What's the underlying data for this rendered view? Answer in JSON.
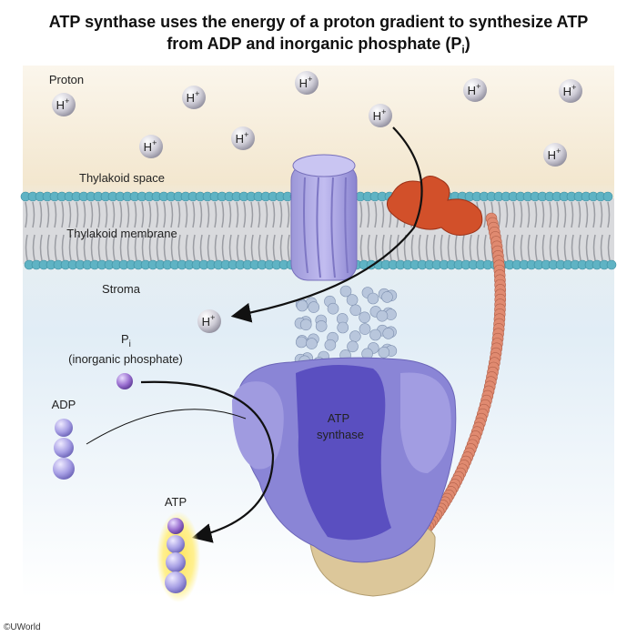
{
  "title": {
    "line1": "ATP synthase uses the energy of a proton gradient to synthesize ATP",
    "line2": "from ADP and inorganic phosphate (P",
    "line2_sub": "i",
    "line2_end": ")"
  },
  "labels": {
    "proton": "Proton",
    "thylakoid_space": "Thylakoid space",
    "thylakoid_membrane": "Thylakoid membrane",
    "stroma": "Stroma",
    "pi": "P",
    "pi_sub": "i",
    "pi_desc": "(inorganic phosphate)",
    "adp": "ADP",
    "atp": "ATP",
    "atp_synthase_1": "ATP",
    "atp_synthase_2": "synthase"
  },
  "proton_symbol": "H",
  "proton_charge": "+",
  "copyright": "©UWorld",
  "colors": {
    "proton": "#c9c7d2",
    "membrane_head": "#5fb3c4",
    "synthase": "#8c86d8",
    "synthase_dark": "#5a4fc0",
    "red_protein": "#d2502a",
    "chain": "#e08a70",
    "phosphate": "#9a6fd0",
    "glow": "#ffe35a"
  }
}
